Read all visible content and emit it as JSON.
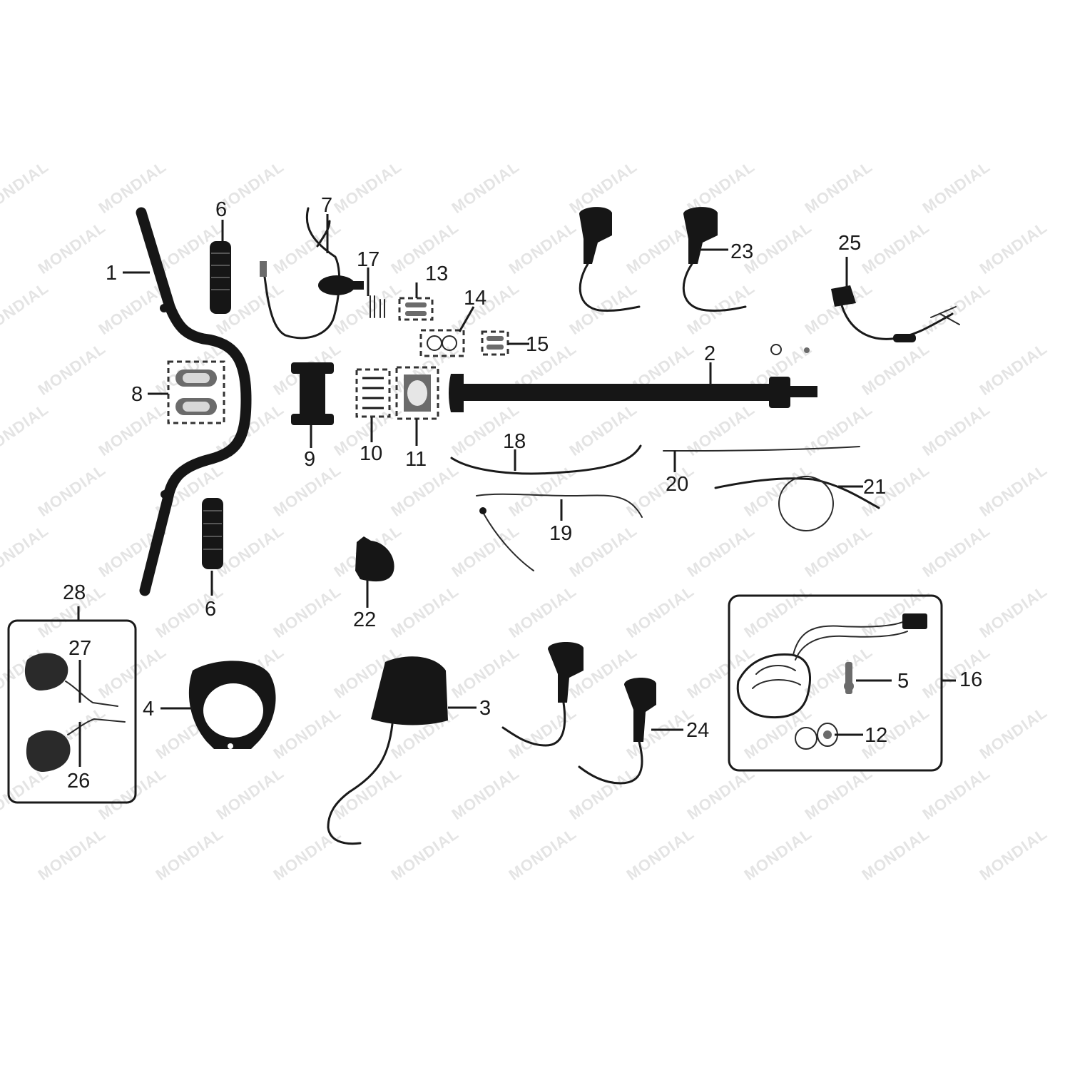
{
  "watermark": {
    "text": "MONDIAL"
  },
  "colors": {
    "ink": "#1a1a1a",
    "watermark": "#e4e4e4",
    "background": "#ffffff"
  },
  "parts": [
    {
      "id": "p1",
      "number": "1",
      "icon": "handlebar-icon"
    },
    {
      "id": "p2",
      "number": "2",
      "icon": "throttle-tube-icon"
    },
    {
      "id": "p3",
      "number": "3",
      "icon": "headlight-icon"
    },
    {
      "id": "p4",
      "number": "4",
      "icon": "headlight-rim-icon"
    },
    {
      "id": "p5",
      "number": "5",
      "icon": "screw-icon"
    },
    {
      "id": "p6a",
      "number": "6",
      "icon": "grip-icon"
    },
    {
      "id": "p6b",
      "number": "6",
      "icon": "grip-icon"
    },
    {
      "id": "p7",
      "number": "7",
      "icon": "lever-switch-icon"
    },
    {
      "id": "p8",
      "number": "8",
      "icon": "clamp-icon"
    },
    {
      "id": "p9",
      "number": "9",
      "icon": "riser-icon"
    },
    {
      "id": "p10",
      "number": "10",
      "icon": "bracket-icon"
    },
    {
      "id": "p11",
      "number": "11",
      "icon": "holder-icon"
    },
    {
      "id": "p12",
      "number": "12",
      "icon": "bulb-icon"
    },
    {
      "id": "p13",
      "number": "13",
      "icon": "washer-icon"
    },
    {
      "id": "p14",
      "number": "14",
      "icon": "nut-icon"
    },
    {
      "id": "p15",
      "number": "15",
      "icon": "bolt-icon"
    },
    {
      "id": "p16",
      "number": "16",
      "icon": "tail-light-icon"
    },
    {
      "id": "p17",
      "number": "17",
      "icon": "spring-icon"
    },
    {
      "id": "p18",
      "number": "18",
      "icon": "cable-icon"
    },
    {
      "id": "p19",
      "number": "19",
      "icon": "cable-icon"
    },
    {
      "id": "p20",
      "number": "20",
      "icon": "cable-icon"
    },
    {
      "id": "p21",
      "number": "21",
      "icon": "cable-icon"
    },
    {
      "id": "p22",
      "number": "22",
      "icon": "horn-icon"
    },
    {
      "id": "p23",
      "number": "23",
      "icon": "turn-signal-icon"
    },
    {
      "id": "p24",
      "number": "24",
      "icon": "turn-signal-icon"
    },
    {
      "id": "p25",
      "number": "25",
      "icon": "switch-icon"
    },
    {
      "id": "p26",
      "number": "26",
      "icon": "mirror-icon"
    },
    {
      "id": "p27",
      "number": "27",
      "icon": "mirror-icon"
    },
    {
      "id": "p28",
      "number": "28",
      "icon": "mirror-set-icon"
    }
  ]
}
